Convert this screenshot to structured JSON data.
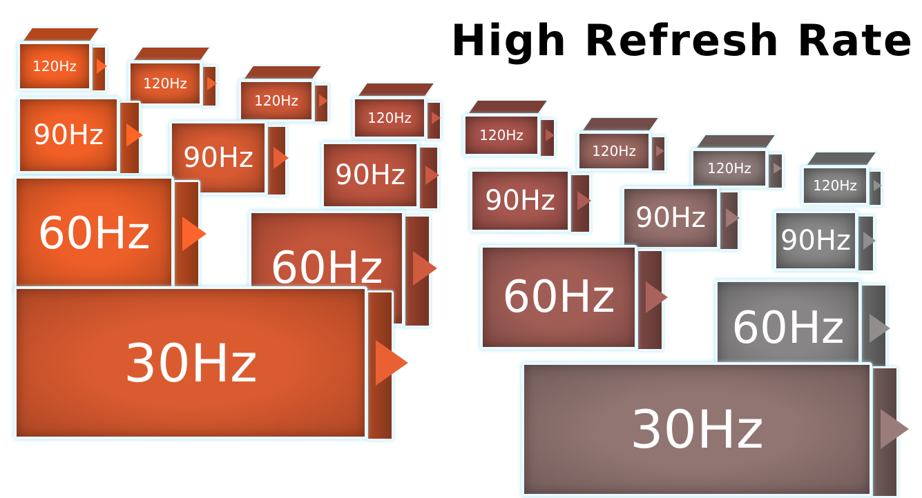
{
  "title": "High Refresh Rate",
  "colors": {
    "start": "#ea5a1e",
    "mid": "#9c4a42",
    "end": "#7c7c7c",
    "outline": "#eafaff"
  },
  "rows": {
    "r120": [
      "120Hz",
      "120Hz",
      "120Hz",
      "120Hz",
      "120Hz",
      "120Hz",
      "120Hz",
      "120Hz"
    ],
    "r90": [
      "90Hz",
      "90Hz",
      "90Hz",
      "90Hz",
      "90Hz",
      "90Hz"
    ],
    "r60": [
      "60Hz",
      "60Hz",
      "60Hz",
      "60Hz"
    ],
    "r30": [
      "30Hz",
      "30Hz"
    ]
  }
}
